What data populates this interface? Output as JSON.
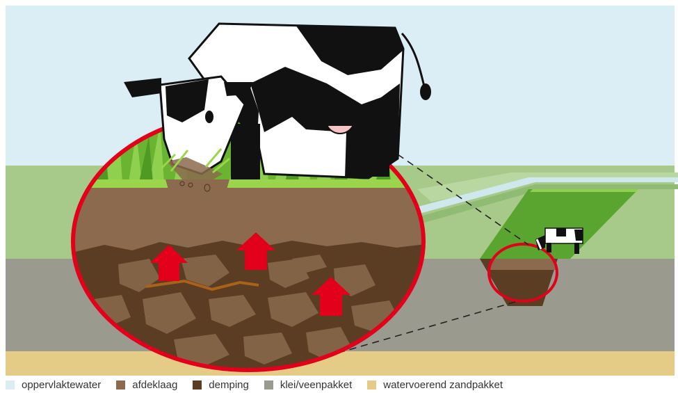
{
  "legend": [
    {
      "label": "oppervlaktewater",
      "color": "#d8eef3"
    },
    {
      "label": "afdeklaag",
      "color": "#8b6a4d"
    },
    {
      "label": "demping",
      "color": "#5a3d22"
    },
    {
      "label": "klei/veenpakket",
      "color": "#9a9a8e"
    },
    {
      "label": "watervoerend zandpakket",
      "color": "#e4cc86"
    }
  ],
  "colors": {
    "sky": "#dbeef5",
    "meadow": "#a7c98a",
    "grass": "#6ab431",
    "magnifier_ring": "#e3001b",
    "arrow": "#e3001b"
  }
}
